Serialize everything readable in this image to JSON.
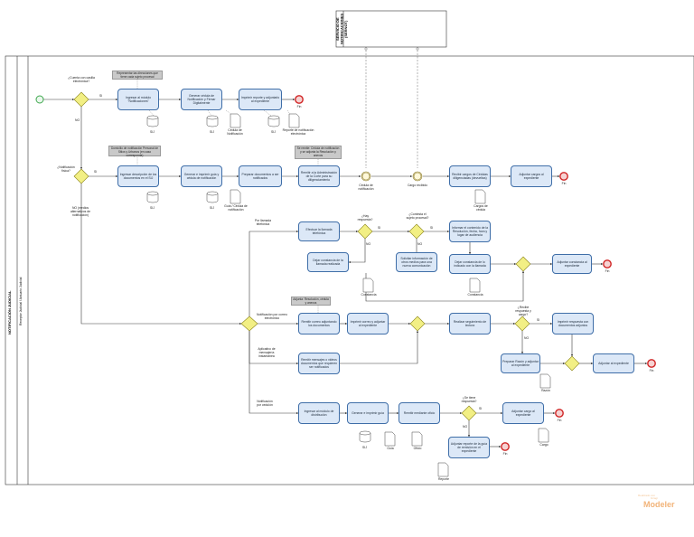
{
  "external_pool": {
    "title": "SERVICIO DE NOTIFICACIONES (SERNOT)"
  },
  "pool": {
    "title": "NOTIFICACIÓN JUDICIAL",
    "lane": "Receptor Judicial / Actuario Judicial"
  },
  "gateways": {
    "g1": "¿Cuenta con casilla electrónica?",
    "g2": "¿Notificación física?",
    "g3": "¿Hay respuesta?",
    "g4": "¿Contesta el sujeto procesal?",
    "g5": "¿Recibe respuesta y cargo?",
    "g6": "¿Se tiene respuesta?"
  },
  "flow_labels": {
    "si1": "SI",
    "no1": "NO",
    "si2": "SI",
    "no2": "NO (medios alternativos de notificación)",
    "si3": "SI",
    "no3": "NO",
    "si4": "SI",
    "no4": "NO",
    "si5": "SI",
    "no5": "NO",
    "si6": "SI",
    "no6": "NO",
    "b1": "Por llamada telefónica",
    "b2": "Notificación por correo electrónico",
    "b3": "Aplicativo de mensajería instantánea",
    "b4": "Notificación por cedulón"
  },
  "annotations": {
    "a1": "Representar las direcciones que tiene cada sujeto procesal",
    "a2": "Domicilio de notificación Personal de Sitios y Urbanos (en caso corresponda)",
    "a3": "Se remite: Cédula de notificación y se adjunta la Resolución y anexos",
    "a4": "Adjunta: Resolución, cédula y anexos"
  },
  "tasks": {
    "t1": "Ingresar al módulo \"Notificaciones\"",
    "t2": "Generar cédula de Notificación y Firmar Digitalmente",
    "t3": "Imprimir reporte y adjuntarlo al expediente",
    "t4": "Ingresar descripción de los documentos en el SIJ",
    "t5": "Generar e imprimir guía y cédula de notificación",
    "t6": "Preparar documentos a ser notificados",
    "t7": "Remitir a la Administración de la Corte para su diligenciamiento",
    "t8": "Recibir cargos de Cédulas diligenciadas (devueltas)",
    "t9": "Adjuntar cargos al expediente",
    "t10": "Efectuar la llamada telefónica",
    "t11": "Dejar constancia de la llamada realizada",
    "t12": "Solicitar información de otros medios para una nueva comunicación",
    "t13": "Informar el contenido de la Resolución, fecha, hora y lugar de audiencia",
    "t14": "Dejar constancia de lo indicado con la llamada",
    "t15": "Adjuntar constancia al expediente",
    "t16": "Remitir correo adjuntando los documentos",
    "t17": "Imprimir correo y adjuntar al expediente",
    "t18": "Realizar seguimiento de lectura",
    "t19": "Imprimir respuesta con documentos adjuntos",
    "t20": "Preparar Razón y adjuntar al expediente",
    "t21": "Adjuntar al expediente",
    "t22": "Remitir mensajes o videos documentos que requieren ser notificados",
    "t23": "Ingresar al módulo de distribución",
    "t24": "Generar e imprimir guía",
    "t25": "Remitir mediante oficio",
    "t26": "Adjuntar cargo al expediente",
    "t27": "Adjuntar reporte de la guía de remisión en el expediente"
  },
  "data": {
    "sij1": "SIJ",
    "sij2": "SIJ",
    "sij3": "SIJ",
    "sij4": "SIJ",
    "sij5": "SIJ",
    "sij6": "SIJ",
    "d1": "Cédula de Notificación",
    "d2": "Reporte de notificación electrónica",
    "d3": "Guía / Cédula de notificación",
    "d4": "Cargos de cédula",
    "d5": "Constancia",
    "d6": "Constancia",
    "d7": "Razón",
    "d8": "Guía",
    "d9": "Oficio",
    "d10": "Cargo",
    "d11": "Reporte"
  },
  "events": {
    "ie1": "Cédula de notificación",
    "ie2": "Cargo recibido",
    "e1": "Fin",
    "e2": "Fin",
    "e3": "Fin",
    "e4": "Fin",
    "e5": "Fin",
    "e6": "Fin"
  },
  "watermark": {
    "small": "Realizado con",
    "mid": "bizagi",
    "big": "Modeler"
  },
  "colors": {
    "task_fill": "#dce8f7",
    "task_border": "#3f6ea8",
    "start": "#3fa84f",
    "end": "#e04848",
    "gateway": "#f2ef84"
  }
}
